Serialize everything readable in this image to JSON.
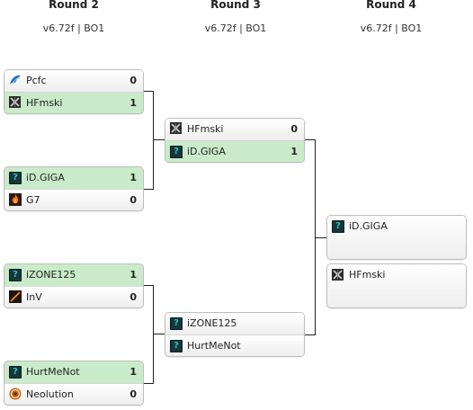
{
  "rounds": [
    {
      "title": "Round 2",
      "subtitle": "v6.72f | BO1"
    },
    {
      "title": "Round 3",
      "subtitle": "v6.72f | BO1"
    },
    {
      "title": "Round 4",
      "subtitle": "v6.72f | BO1"
    }
  ],
  "round2": [
    {
      "top": {
        "name": "Pcfc",
        "score": "0"
      },
      "bottom": {
        "name": "HFmski",
        "score": "1"
      }
    },
    {
      "top": {
        "name": "iD.GIGA",
        "score": "1"
      },
      "bottom": {
        "name": "G7",
        "score": "0"
      }
    },
    {
      "top": {
        "name": "iZONE125",
        "score": "1"
      },
      "bottom": {
        "name": "InV",
        "score": "0"
      }
    },
    {
      "top": {
        "name": "HurtMeNot",
        "score": "1"
      },
      "bottom": {
        "name": "Neolution",
        "score": "0"
      }
    }
  ],
  "round3": [
    {
      "top": {
        "name": "HFmski",
        "score": "0"
      },
      "bottom": {
        "name": "iD.GIGA",
        "score": "1"
      }
    },
    {
      "top": {
        "name": "iZONE125",
        "score": ""
      },
      "bottom": {
        "name": "HurtMeNot",
        "score": ""
      }
    }
  ],
  "round4": [
    {
      "team": {
        "name": "iD.GIGA"
      }
    },
    {
      "team": {
        "name": "HFmski"
      }
    }
  ],
  "icons": {
    "question": "question-mark-logo",
    "hf": "hf-logo",
    "pcfc": "pcfc-logo",
    "g7": "g7-flame-logo",
    "inv": "inv-blade-logo",
    "neo": "neolution-logo"
  },
  "colors": {
    "winner": "#c9ebc9",
    "question_bg": "#163638",
    "question_fg": "#28c4c4"
  }
}
